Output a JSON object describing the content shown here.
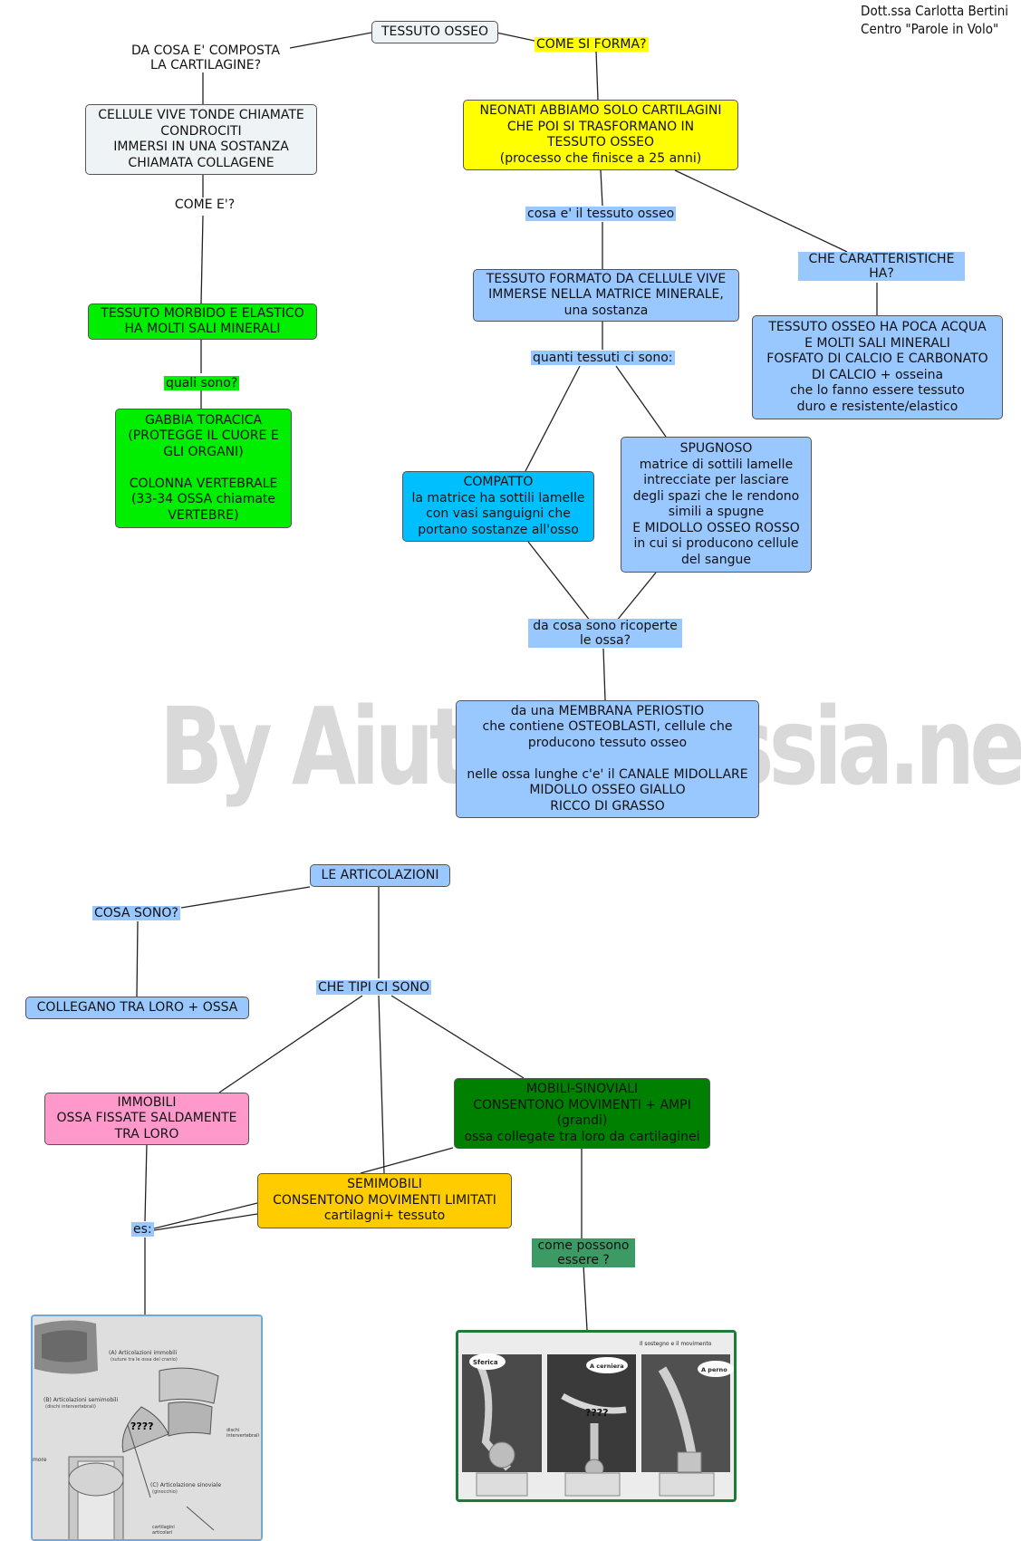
{
  "author": "Dott.ssa Carlotta Bertini\nCentro \"Parole in Volo\"",
  "watermark": "By AiutoDislessia.net",
  "nodes": {
    "tessuto_osseo": "TESSUTO OSSEO",
    "cellule_vive": "CELLULE VIVE TONDE CHIAMATE\nCONDROCITI\nIMMERSI IN UNA SOSTANZA\nCHIAMATA COLLAGENE",
    "tessuto_morbido": "TESSUTO MORBIDO E ELASTICO\nHA MOLTI SALI MINERALI",
    "gabbia_toracica": "GABBIA TORACICA\n(PROTEGGE IL CUORE E\nGLI ORGANI)\n\nCOLONNA VERTEBRALE\n(33-34 OSSA chiamate\nVERTEBRE)",
    "neonati": "NEONATI ABBIAMO SOLO CARTILAGINI\nCHE POI SI TRASFORMANO IN\nTESSUTO OSSEO\n(processo che finisce a 25 anni)",
    "tessuto_formato": "TESSUTO FORMATO DA CELLULE VIVE\nIMMERSE NELLA MATRICE MINERALE,\nuna sostanza",
    "poca_acqua": "TESSUTO OSSEO HA POCA ACQUA\nE  MOLTI SALI MINERALI\nFOSFATO DI CALCIO E CARBONATO\nDI CALCIO + osseina\nche lo fanno essere tessuto\nduro e resistente/elastico",
    "compatto": "COMPATTO\nla matrice ha sottili lamelle\ncon vasi sanguigni che\nportano sostanze all'osso",
    "spugnoso": "SPUGNOSO\nmatrice di sottili lamelle\nintrecciate per lasciare\ndegli spazi che le rendono\nsimili a spugne\nE MIDOLLO OSSEO ROSSO\nin cui si producono cellule\ndel sangue",
    "membrana": "da una MEMBRANA PERIOSTIO\nche contiene OSTEOBLASTI, cellule che\nproducono tessuto osseo\n\nnelle ossa lunghe c'e' il CANALE MIDOLLARE\nMIDOLLO OSSEO GIALLO\nRICCO DI GRASSO",
    "articolazioni": "LE ARTICOLAZIONI",
    "collegano": "COLLEGANO TRA LORO + OSSA",
    "immobili": "IMMOBILI\nOSSA FISSATE SALDAMENTE\nTRA LORO",
    "mobili": "MOBILI-SINOVIALI\nCONSENTONO MOVIMENTI + AMPI\n(grandi)\nossa collegate tra loro da cartilaginei",
    "semimobili": "SEMIMOBILI\nCONSENTONO MOVIMENTI LIMITATI\ncartilagni+ tessuto"
  },
  "labels": {
    "da_cosa_composta": "DA COSA E' COMPOSTA\nLA CARTILAGINE?",
    "come_si_forma": "COME SI FORMA?",
    "come_e": "COME E'?",
    "quali_sono": "quali sono?",
    "cosa_e_tessuto": "cosa e' il tessuto osseo",
    "che_caratteristiche": "CHE CARATTERISTICHE\nHA?",
    "quanti_tessuti": "quanti tessuti ci sono:",
    "da_cosa_ricoperte": "da cosa sono ricoperte\nle ossa?",
    "cosa_sono": "COSA SONO?",
    "che_tipi": "CHE TIPI CI SONO",
    "es": "es:",
    "come_possono": "come possono\nessere ?"
  },
  "images": {
    "left_caption_a": "(A) Articolazioni immobili",
    "left_caption_a_sub": "(suture tra le ossa del cranio)",
    "left_caption_b": "(B) Articolazioni semimobili",
    "left_caption_b_sub": "(dischi intervertebrali)",
    "left_dischi": "dischi\nintervertebrali",
    "left_caption_c": "(C) Articolazione sinoviale",
    "left_caption_c_sub": "(ginocchio)",
    "left_cartilagini": "cartilagini\narticolari",
    "left_more": "more",
    "left_qmarks": "????",
    "right_header": "Il sostegno e il movimento",
    "right_sferica": "Sferica",
    "right_cerniera": "A cerniera",
    "right_perno": "A perno",
    "right_qmarks": "????"
  },
  "colors": {
    "white_node": "#eef3f5",
    "yellow": "#ffff00",
    "green": "#00ee00",
    "light_blue": "#99c7ff",
    "cyan": "#00bfff",
    "pink": "#ff99cc",
    "dark_green": "#008000",
    "orange": "#ffcc00",
    "sea_green": "#3c9b64"
  }
}
